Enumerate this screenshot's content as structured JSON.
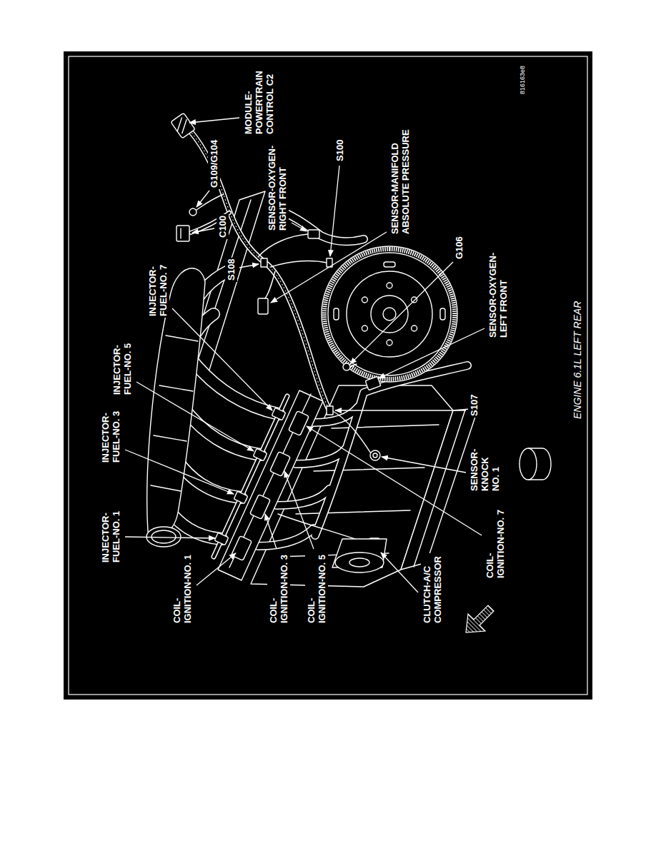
{
  "diagram": {
    "caption": "ENGINE 6.1L LEFT REAR",
    "labels": [
      "MODULE- POWERTRAIN CONTROL C2",
      "C100",
      "G109/G104",
      "S108",
      "SENSOR-OXYGEN- RIGHT FRONT",
      "S100",
      "SENSOR-MANIFOLD ABSOLUTE PRESSURE",
      "G106",
      "SENSOR-OXYGEN- LEFT FRONT",
      "S107",
      "SENSOR- KNOCK NO. 1",
      "COIL- IGNITION-NO. 7",
      "CLUTCH-A/C COMPRESSOR",
      "COIL- IGNITION-NO. 5",
      "COIL- IGNITION-NO. 3",
      "COIL- IGNITION-NO. 1",
      "INJECTOR- FUEL-NO. 1",
      "INJECTOR- FUEL-NO. 3",
      "INJECTOR- FUEL-NO. 5",
      "INJECTOR- FUEL-NO. 7",
      "816163e8"
    ]
  }
}
